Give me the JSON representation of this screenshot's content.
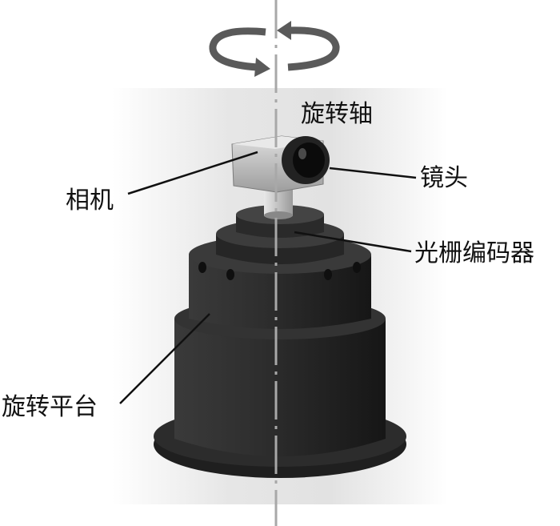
{
  "labels": {
    "rotation_axis": "旋转轴",
    "camera": "相机",
    "lens": "镜头",
    "grating_encoder": "光栅编码器",
    "rotary_platform": "旋转平台"
  },
  "colors": {
    "platform_body": "#2b2b2b",
    "camera_body": "#c9c9c9",
    "axis_line": "#a8a8a8",
    "leader_line": "#111111",
    "rotation_arrow": "#5a5a5a"
  }
}
